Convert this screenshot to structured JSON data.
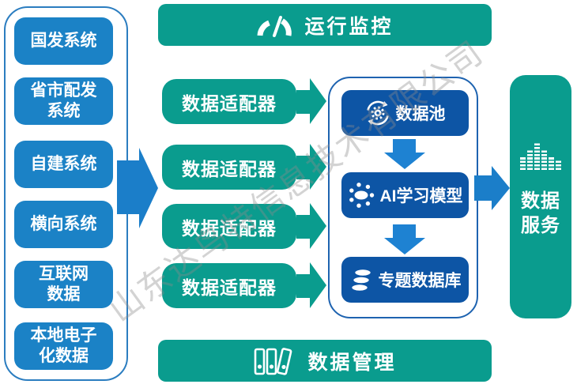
{
  "colors": {
    "teal": "#0a9c8e",
    "blue": "#1b82c6",
    "dkblue": "#0d55a5",
    "arrow": "#1b7ec9",
    "arrow2": "#1e82d2",
    "panel-border": "#1e63b0",
    "left-border": "#2b7dc0"
  },
  "top_bar": {
    "label": "运行监控",
    "icon": "gauge-icon"
  },
  "bottom_bar": {
    "label": "数据管理",
    "icon": "binders-icon"
  },
  "sources": {
    "items": [
      {
        "label": "国发系统"
      },
      {
        "label": "省市配发\n系统"
      },
      {
        "label": "自建系统"
      },
      {
        "label": "横向系统"
      },
      {
        "label": "互联网\n数据"
      },
      {
        "label": "本地电子\n化数据"
      }
    ]
  },
  "adapters": {
    "label": "数据适配器",
    "count": 4
  },
  "pipeline": {
    "items": [
      {
        "label": "数据池",
        "icon": "gear-sync-icon"
      },
      {
        "label": "AI学习模型",
        "icon": "ai-network-icon"
      },
      {
        "label": "专题数据库",
        "icon": "database-icon"
      }
    ]
  },
  "service": {
    "label": "数据\n服务",
    "icon": "equalizer-icon"
  },
  "watermark": {
    "text": "山东达鸟特信息技术有限公司"
  }
}
